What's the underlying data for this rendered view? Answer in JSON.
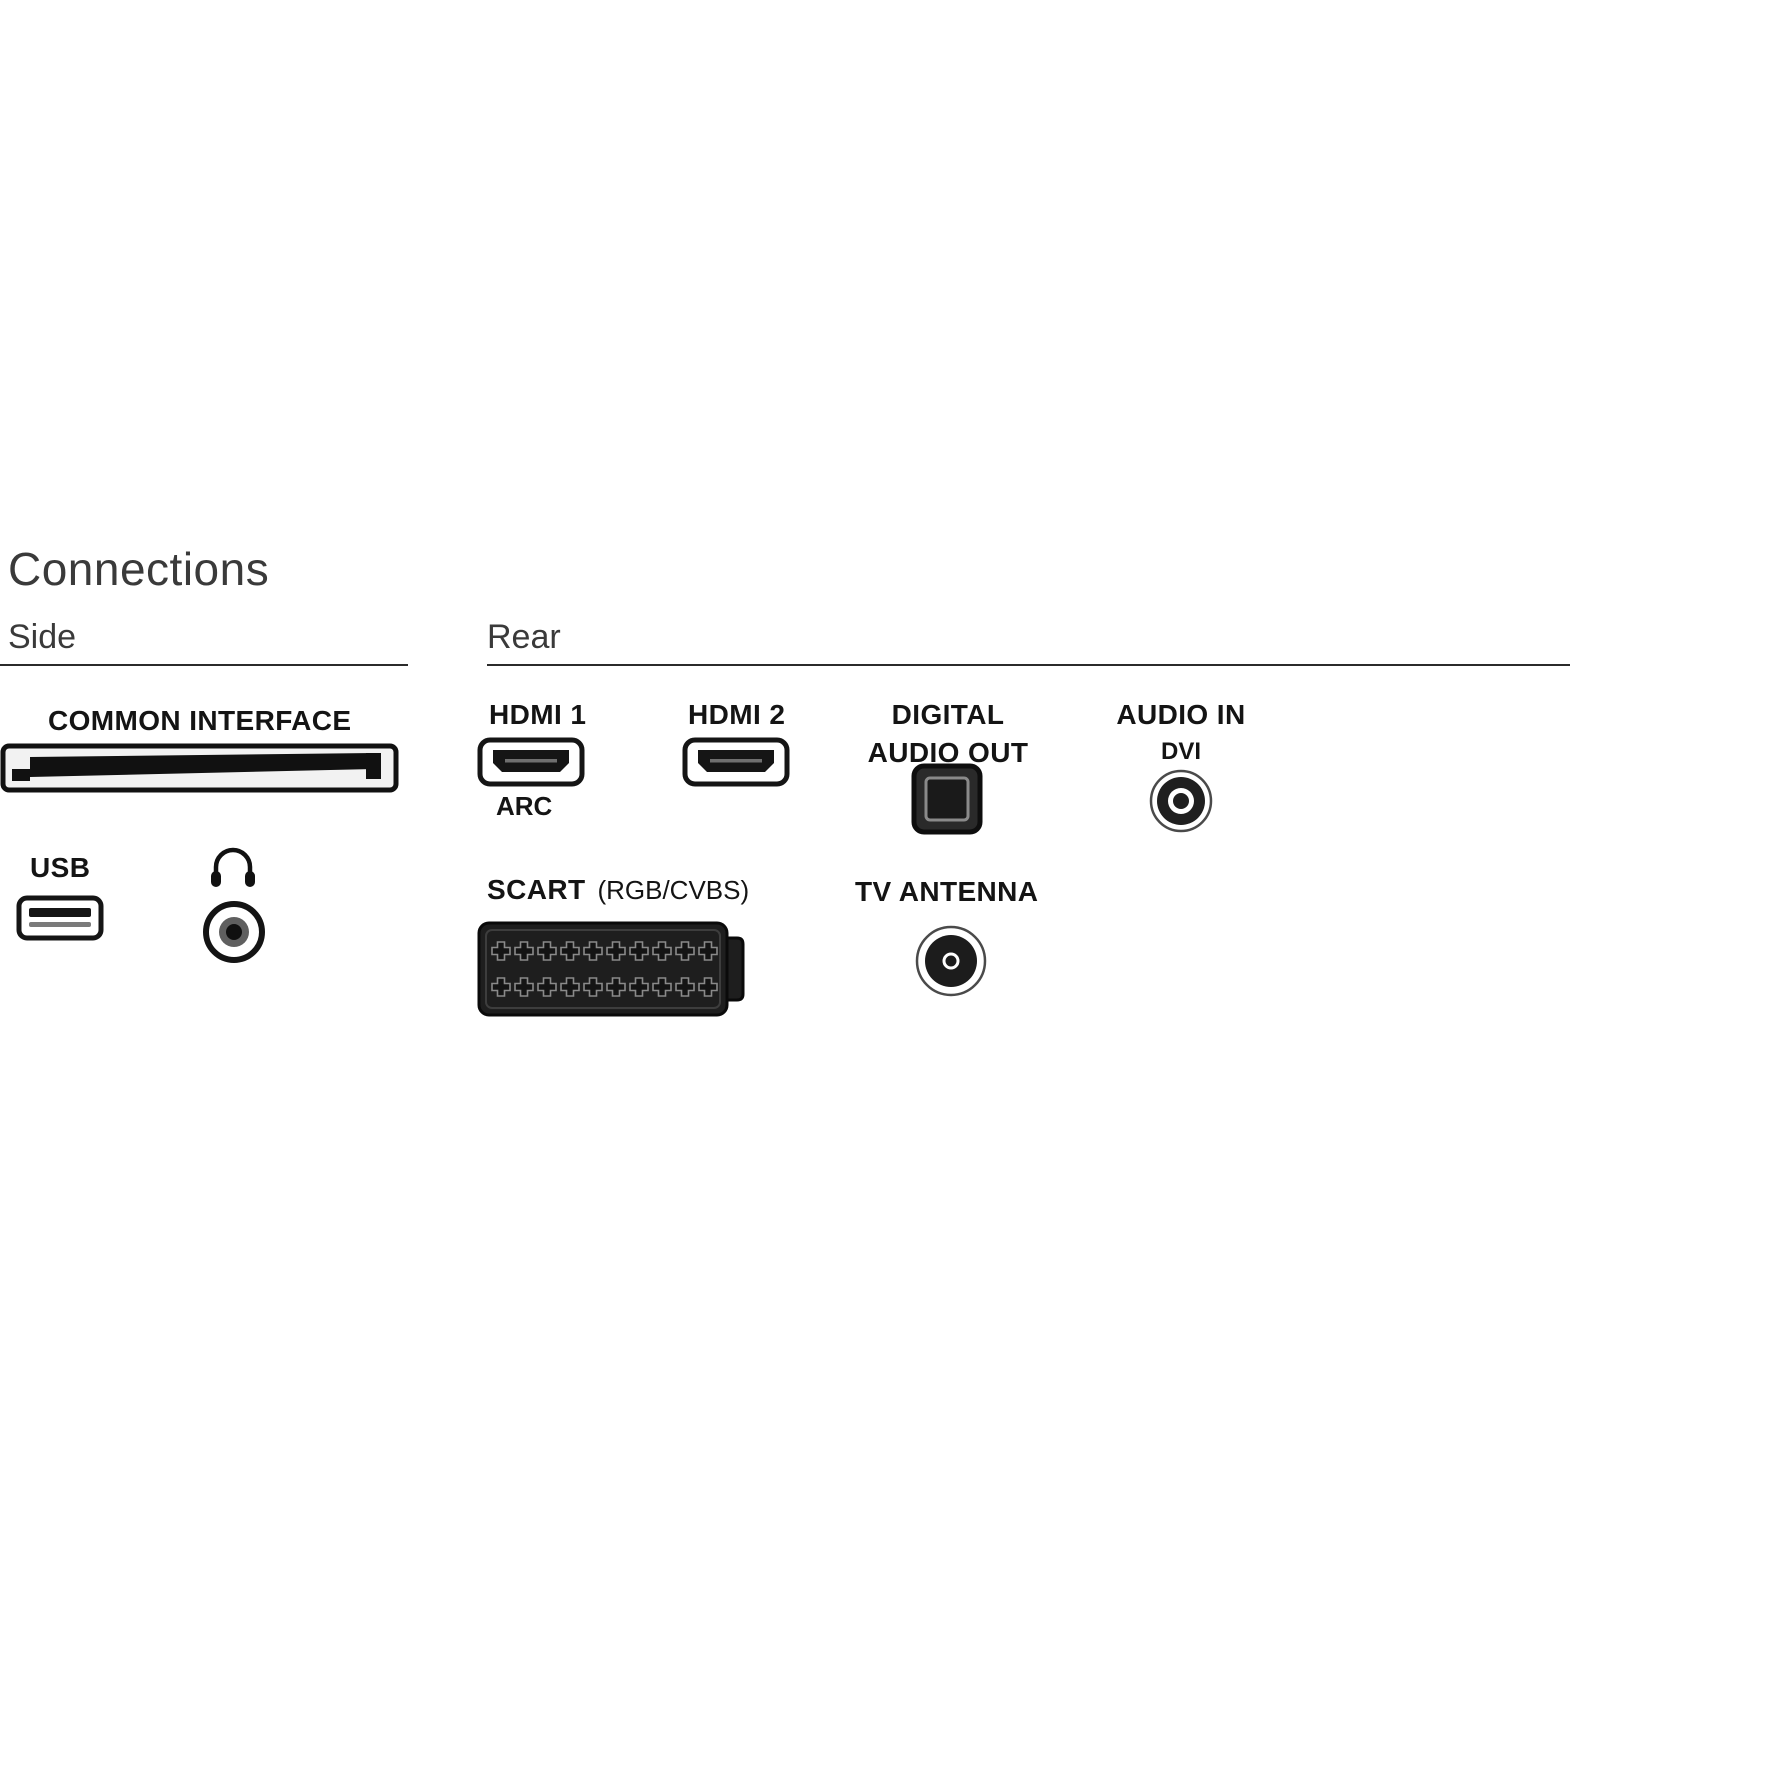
{
  "page": {
    "title": "Connections"
  },
  "side": {
    "heading": "Side",
    "common_interface": {
      "label": "COMMON INTERFACE"
    },
    "usb": {
      "label": "USB"
    },
    "headphone": {
      "icon": "headphone-icon"
    }
  },
  "rear": {
    "heading": "Rear",
    "hdmi1": {
      "label": "HDMI 1",
      "sublabel": "ARC"
    },
    "hdmi2": {
      "label": "HDMI 2"
    },
    "digital_audio_out": {
      "line1": "DIGITAL",
      "line2": "AUDIO OUT"
    },
    "audio_in": {
      "label": "AUDIO IN",
      "sublabel": "DVI"
    },
    "scart": {
      "label": "SCART",
      "sublabel": "(RGB/CVBS)"
    },
    "tv_antenna": {
      "label": "TV ANTENNA"
    }
  },
  "colors": {
    "background": "#ffffff",
    "text": "#141414",
    "heading": "#3a3a3a",
    "connector_dark": "#1c1c1c",
    "connector_outline": "#111111",
    "pin_outline": "#8a8a8a"
  }
}
